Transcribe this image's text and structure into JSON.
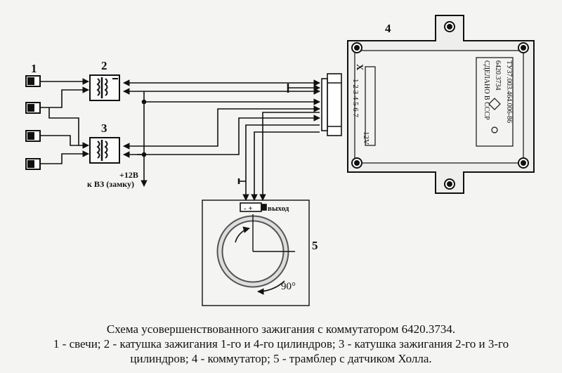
{
  "labels": {
    "spark_plugs_num": "1",
    "coil1_num": "2",
    "coil2_num": "3",
    "commutator_num": "4",
    "distributor_num": "5"
  },
  "supply": {
    "voltage": "+12В",
    "to_ignition_lock": "к ВЗ (замку)"
  },
  "commutator": {
    "connector_letter": "X",
    "pin_numbers": "1 2 3 4 5 6 7",
    "voltage": "12V",
    "text_line1": "ТУ37.003.464.006-86",
    "text_line2": "6420.3734",
    "text_line3": "СДЕЛАНО В СССР"
  },
  "sensor": {
    "terminals": "- +",
    "output_label": "выход",
    "angle": "90°"
  },
  "caption": {
    "line1": "Схема усовершенствованного зажигания с коммутатором 6420.3734.",
    "line2": "1 - свечи; 2 - катушка зажигания 1-го и 4-го цилиндров; 3 - катушка зажигания 2-го и 3-го",
    "line3": "цилиндров; 4 - коммутатор; 5 - трамблер с датчиком Холла."
  }
}
